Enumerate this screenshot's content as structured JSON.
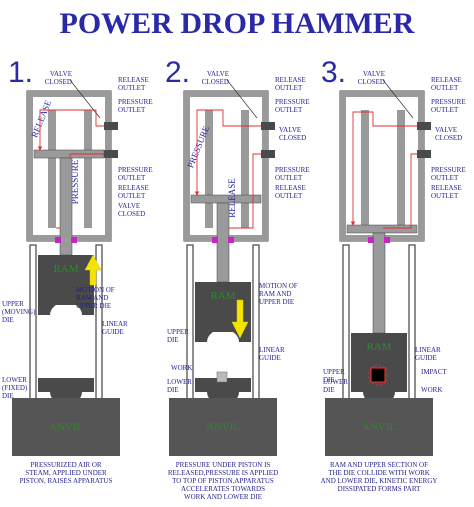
{
  "title": "POWER DROP HAMMER",
  "panels": [
    {
      "number": "1.",
      "chamber_left": "RELEASE",
      "chamber_right": "PRESSURE",
      "labels": {
        "valve_top": [
          "VALVE",
          "CLOSED"
        ],
        "release_outlet_top": [
          "RELEASE",
          "OUTLET"
        ],
        "pressure_outlet": [
          "PRESSURE",
          "OUTLET"
        ],
        "pressure_inlet": [
          "PRESSURE",
          "OUTLET"
        ],
        "release_outlet_bottom": [
          "RELEASE",
          "OUTLET"
        ],
        "valve_bottom": [
          "VALVE",
          "CLOSED"
        ],
        "motion": [
          "MOTION OF",
          "RAM AND",
          "UPPER DIE"
        ],
        "upper_die": [
          "UPPER",
          "(MOVING)",
          "DIE"
        ],
        "linear_guide": [
          "LINEAR",
          "GUIDE"
        ],
        "lower_die": [
          "LOWER",
          "(FIXED)",
          "DIE"
        ]
      },
      "ram": "RAM",
      "anvil": "ANVIL",
      "caption": [
        "PRESSURIZED AIR OR",
        "STEAM, APPLIED UNDER",
        "PISTON, RAISES APPARATUS"
      ]
    },
    {
      "number": "2.",
      "chamber_left": "PRESSURE",
      "chamber_right": "RELEASE",
      "labels": {
        "valve_top": [
          "VALVE",
          "CLOSED"
        ],
        "release_outlet_top": [
          "RELEASE",
          "OUTLET"
        ],
        "pressure_outlet": [
          "PRESSURE",
          "OUTLET"
        ],
        "valve_mid": [
          "VALVE",
          "CLOSED"
        ],
        "pressure_inlet": [
          "PRESSURE",
          "OUTLET"
        ],
        "release_outlet_bottom": [
          "RELEASE",
          "OUTLET"
        ],
        "motion": [
          "MOTION OF",
          "RAM AND",
          "UPPER DIE"
        ],
        "upper_die": [
          "UPPER",
          "DIE"
        ],
        "linear_guide": [
          "LINEAR",
          "GUIDE"
        ],
        "work": "WORK",
        "lower_die": [
          "LOWER",
          "DIE"
        ]
      },
      "ram": "RAM",
      "anvil": "ANVIL",
      "caption": [
        "PRESSURE UNDER PISTON IS",
        "RELEASED,PRESSURE IS APPLIED",
        "TO TOP OF PISTON,APPARATUS",
        "ACCELERATES TOWARDS",
        "WORK AND LOWER DIE"
      ]
    },
    {
      "number": "3.",
      "labels": {
        "valve_top": [
          "VALVE",
          "CLOSED"
        ],
        "release_outlet_top": [
          "RELEASE",
          "OUTLET"
        ],
        "pressure_outlet": [
          "PRESSURE",
          "OUTLET"
        ],
        "valve_mid": [
          "VALVE",
          "CLOSED"
        ],
        "pressure_inlet": [
          "PRESSURE",
          "OUTLET"
        ],
        "release_outlet_bottom": [
          "RELEASE",
          "OUTLET"
        ],
        "upper_die": [
          "UPPER",
          "DIE"
        ],
        "linear_guide": [
          "LINEAR",
          "GUIDE"
        ],
        "impact": "IMPACT",
        "work": "WORK",
        "lower_die": [
          "LOWER",
          "DIE"
        ]
      },
      "ram": "RAM",
      "anvil": "ANVIL",
      "caption": [
        "RAM AND UPPER SECTION OF",
        "THE DIE COLLIDE WITH WORK",
        "AND LOWER DIE, KINETIC ENERGY",
        "DISSIPATED FORMS PART"
      ]
    }
  ],
  "colors": {
    "title": "#2a2aa8",
    "label": "#1f1f8f",
    "outline": "#444444",
    "cylinder": "#9a9a9a",
    "ram": "#4a4a4a",
    "anvil": "#555555",
    "flow": "#e03030",
    "arrow": "#f5e400",
    "seal": "#cc22cc"
  }
}
